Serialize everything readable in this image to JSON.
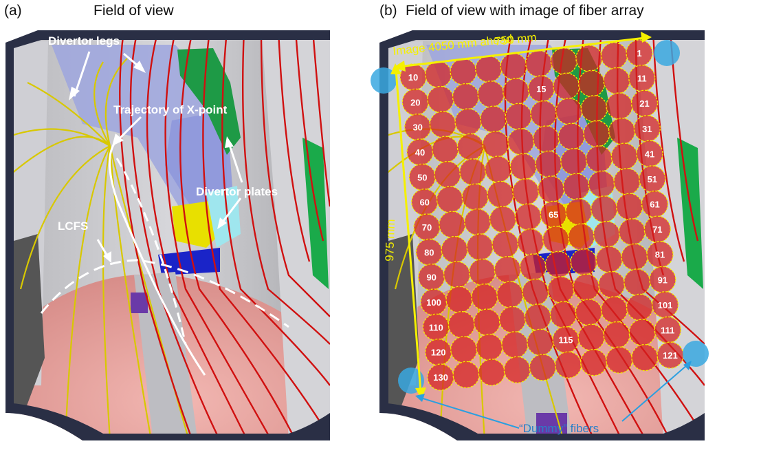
{
  "panel_a": {
    "letter": "(a)",
    "title": "Field of view",
    "labels": {
      "divertor_legs": "Divertor legs",
      "trajectory": "Trajectory of X-point",
      "divertor_plates": "Divertor plates",
      "lcfs": "LCFS"
    }
  },
  "panel_b": {
    "letter": "(b)",
    "title": "Field of view with image of fiber array",
    "image_label": "Image 4050 mm ahead",
    "width_label": "750 mm",
    "height_label": "975 mm",
    "dummy_label": "“Dummy” fibers",
    "fiber_labels": [
      "1",
      "10",
      "11",
      "15",
      "20",
      "21",
      "30",
      "31",
      "40",
      "41",
      "50",
      "51",
      "60",
      "61",
      "65",
      "70",
      "71",
      "80",
      "81",
      "90",
      "91",
      "100",
      "101",
      "110",
      "111",
      "115",
      "120",
      "121",
      "130"
    ]
  },
  "colors": {
    "background_gray": "#c9c9cd",
    "red_field_lines": "#d01010",
    "yellow_field_lines": "#d8c800",
    "fiber_fill": "#d42020",
    "dummy_fiber": "#3aa8e0",
    "arrow_yellow": "#f5f000",
    "arrow_blue": "#2a9fe0"
  }
}
